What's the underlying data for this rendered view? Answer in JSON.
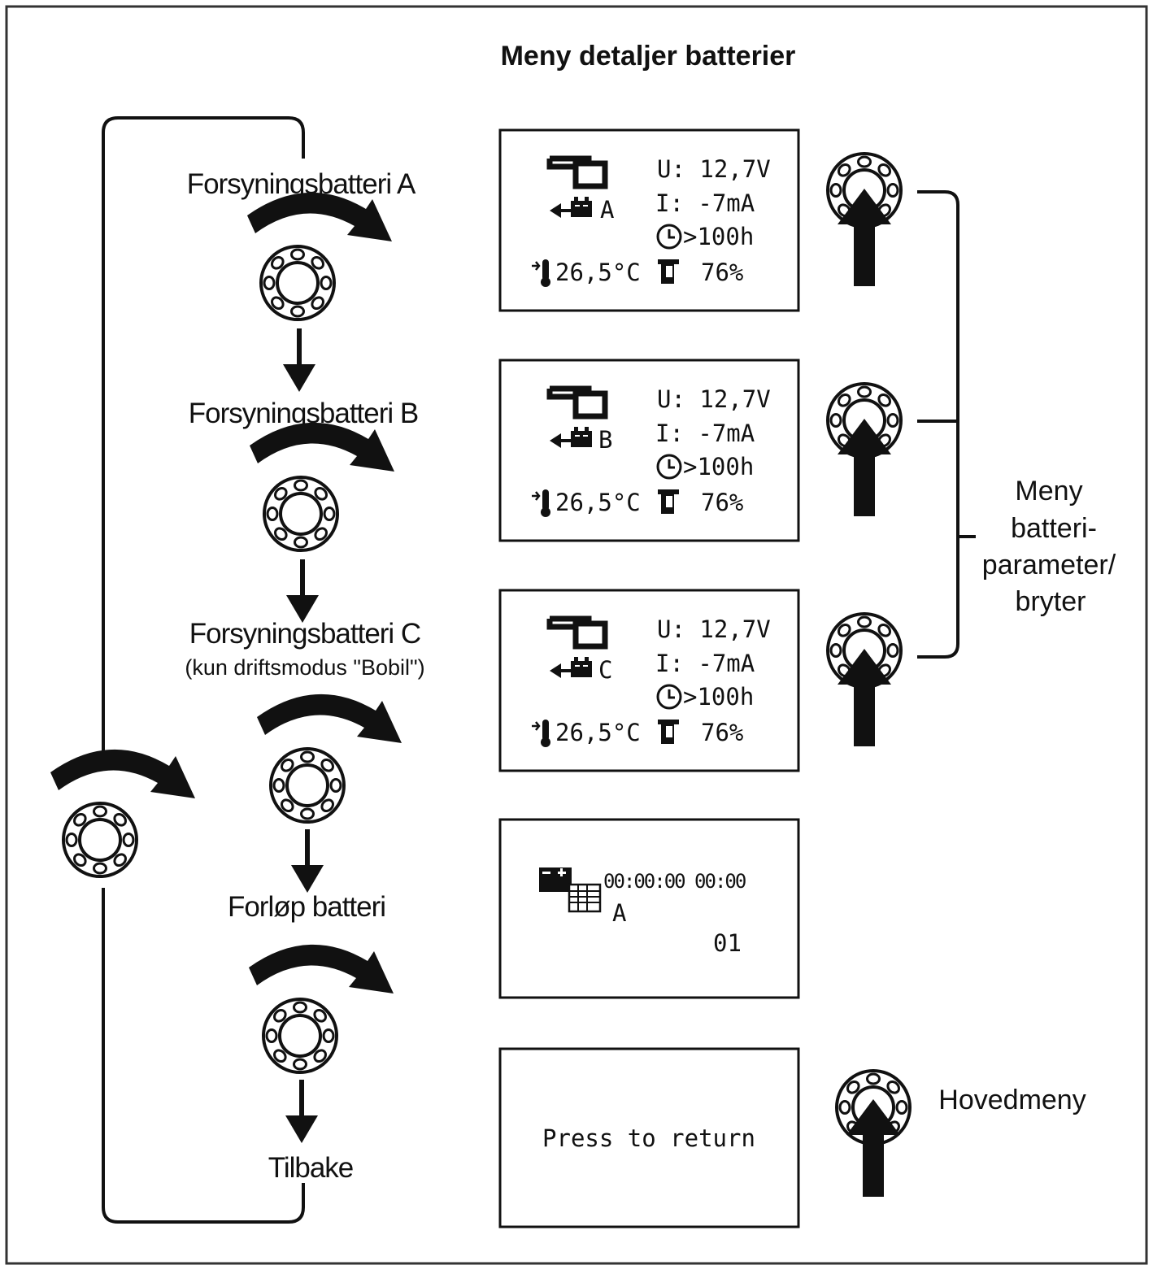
{
  "title": "Meny detaljer batterier",
  "flow": {
    "step_a": "Forsyningsbatteri A",
    "step_b": "Forsyningsbatteri  B",
    "step_c": "Forsyningsbatteri C",
    "step_c_note": "(kun driftsmodus \"Bobil\")",
    "step_history": "Forløp batteri",
    "step_back": "Tilbake"
  },
  "screens": [
    {
      "id": "A",
      "battery_letter": "A",
      "voltage": "U: 12,7V",
      "current": "I:  -7mA",
      "time": ">100h",
      "temperature": "26,5°C",
      "charge": "76%"
    },
    {
      "id": "B",
      "battery_letter": "B",
      "voltage": "U: 12,7V",
      "current": "I:  -7mA",
      "time": ">100h",
      "temperature": "26,5°C",
      "charge": "76%"
    },
    {
      "id": "C",
      "battery_letter": "C",
      "voltage": "U: 12,7V",
      "current": "I:  -7mA",
      "time": ">100h",
      "temperature": "26,5°C",
      "charge": "76%"
    }
  ],
  "history_screen": {
    "datetime": "00:00:00 00:00",
    "battery_letter": "A",
    "index": "01"
  },
  "return_screen": {
    "text": "Press  to  return"
  },
  "side_labels": {
    "menu_line1": "Meny",
    "menu_line2": "batteri-",
    "menu_line3": "parameter/",
    "menu_line4": "bryter",
    "main_menu": "Hovedmeny"
  },
  "icons": [
    "rotary-knob-icon",
    "rotate-clockwise-arrow-icon",
    "down-arrow-icon",
    "press-up-arrow-icon",
    "plug-icon",
    "battery-icon",
    "thermometer-icon",
    "clock-icon",
    "charge-level-icon",
    "logbook-icon"
  ]
}
